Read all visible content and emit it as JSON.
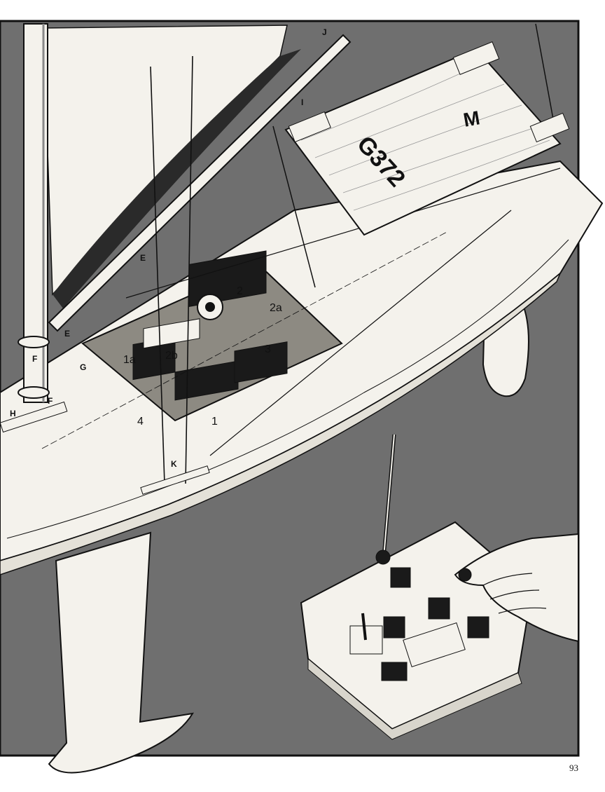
{
  "page": {
    "number": "93"
  },
  "sail_number": "G372",
  "class_mark": "M",
  "callouts": {
    "A": "E",
    "B": "E",
    "C": "F",
    "D": "F",
    "G": "G",
    "H": "H",
    "I": "I",
    "J": "J",
    "K": "K",
    "n1": "1",
    "n1a": "1a",
    "n2": "2",
    "n2a": "2a",
    "n2b": "2b",
    "n3": "3",
    "n4": "4"
  },
  "colors": {
    "background": "#6e6e6e",
    "ink": "#111111",
    "paper": "#f4f2ec"
  }
}
